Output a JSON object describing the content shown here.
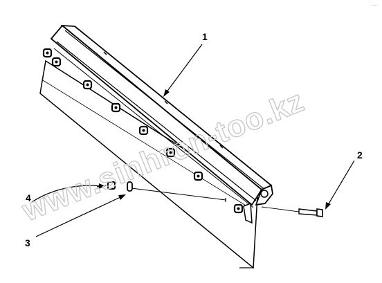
{
  "diagram": {
    "callouts": [
      {
        "id": "1",
        "label": "1"
      },
      {
        "id": "2",
        "label": "2"
      },
      {
        "id": "3",
        "label": "3"
      },
      {
        "id": "4",
        "label": "4"
      }
    ],
    "watermark": "www.sinhron-too.kz",
    "corner_mark": "· ·—"
  }
}
